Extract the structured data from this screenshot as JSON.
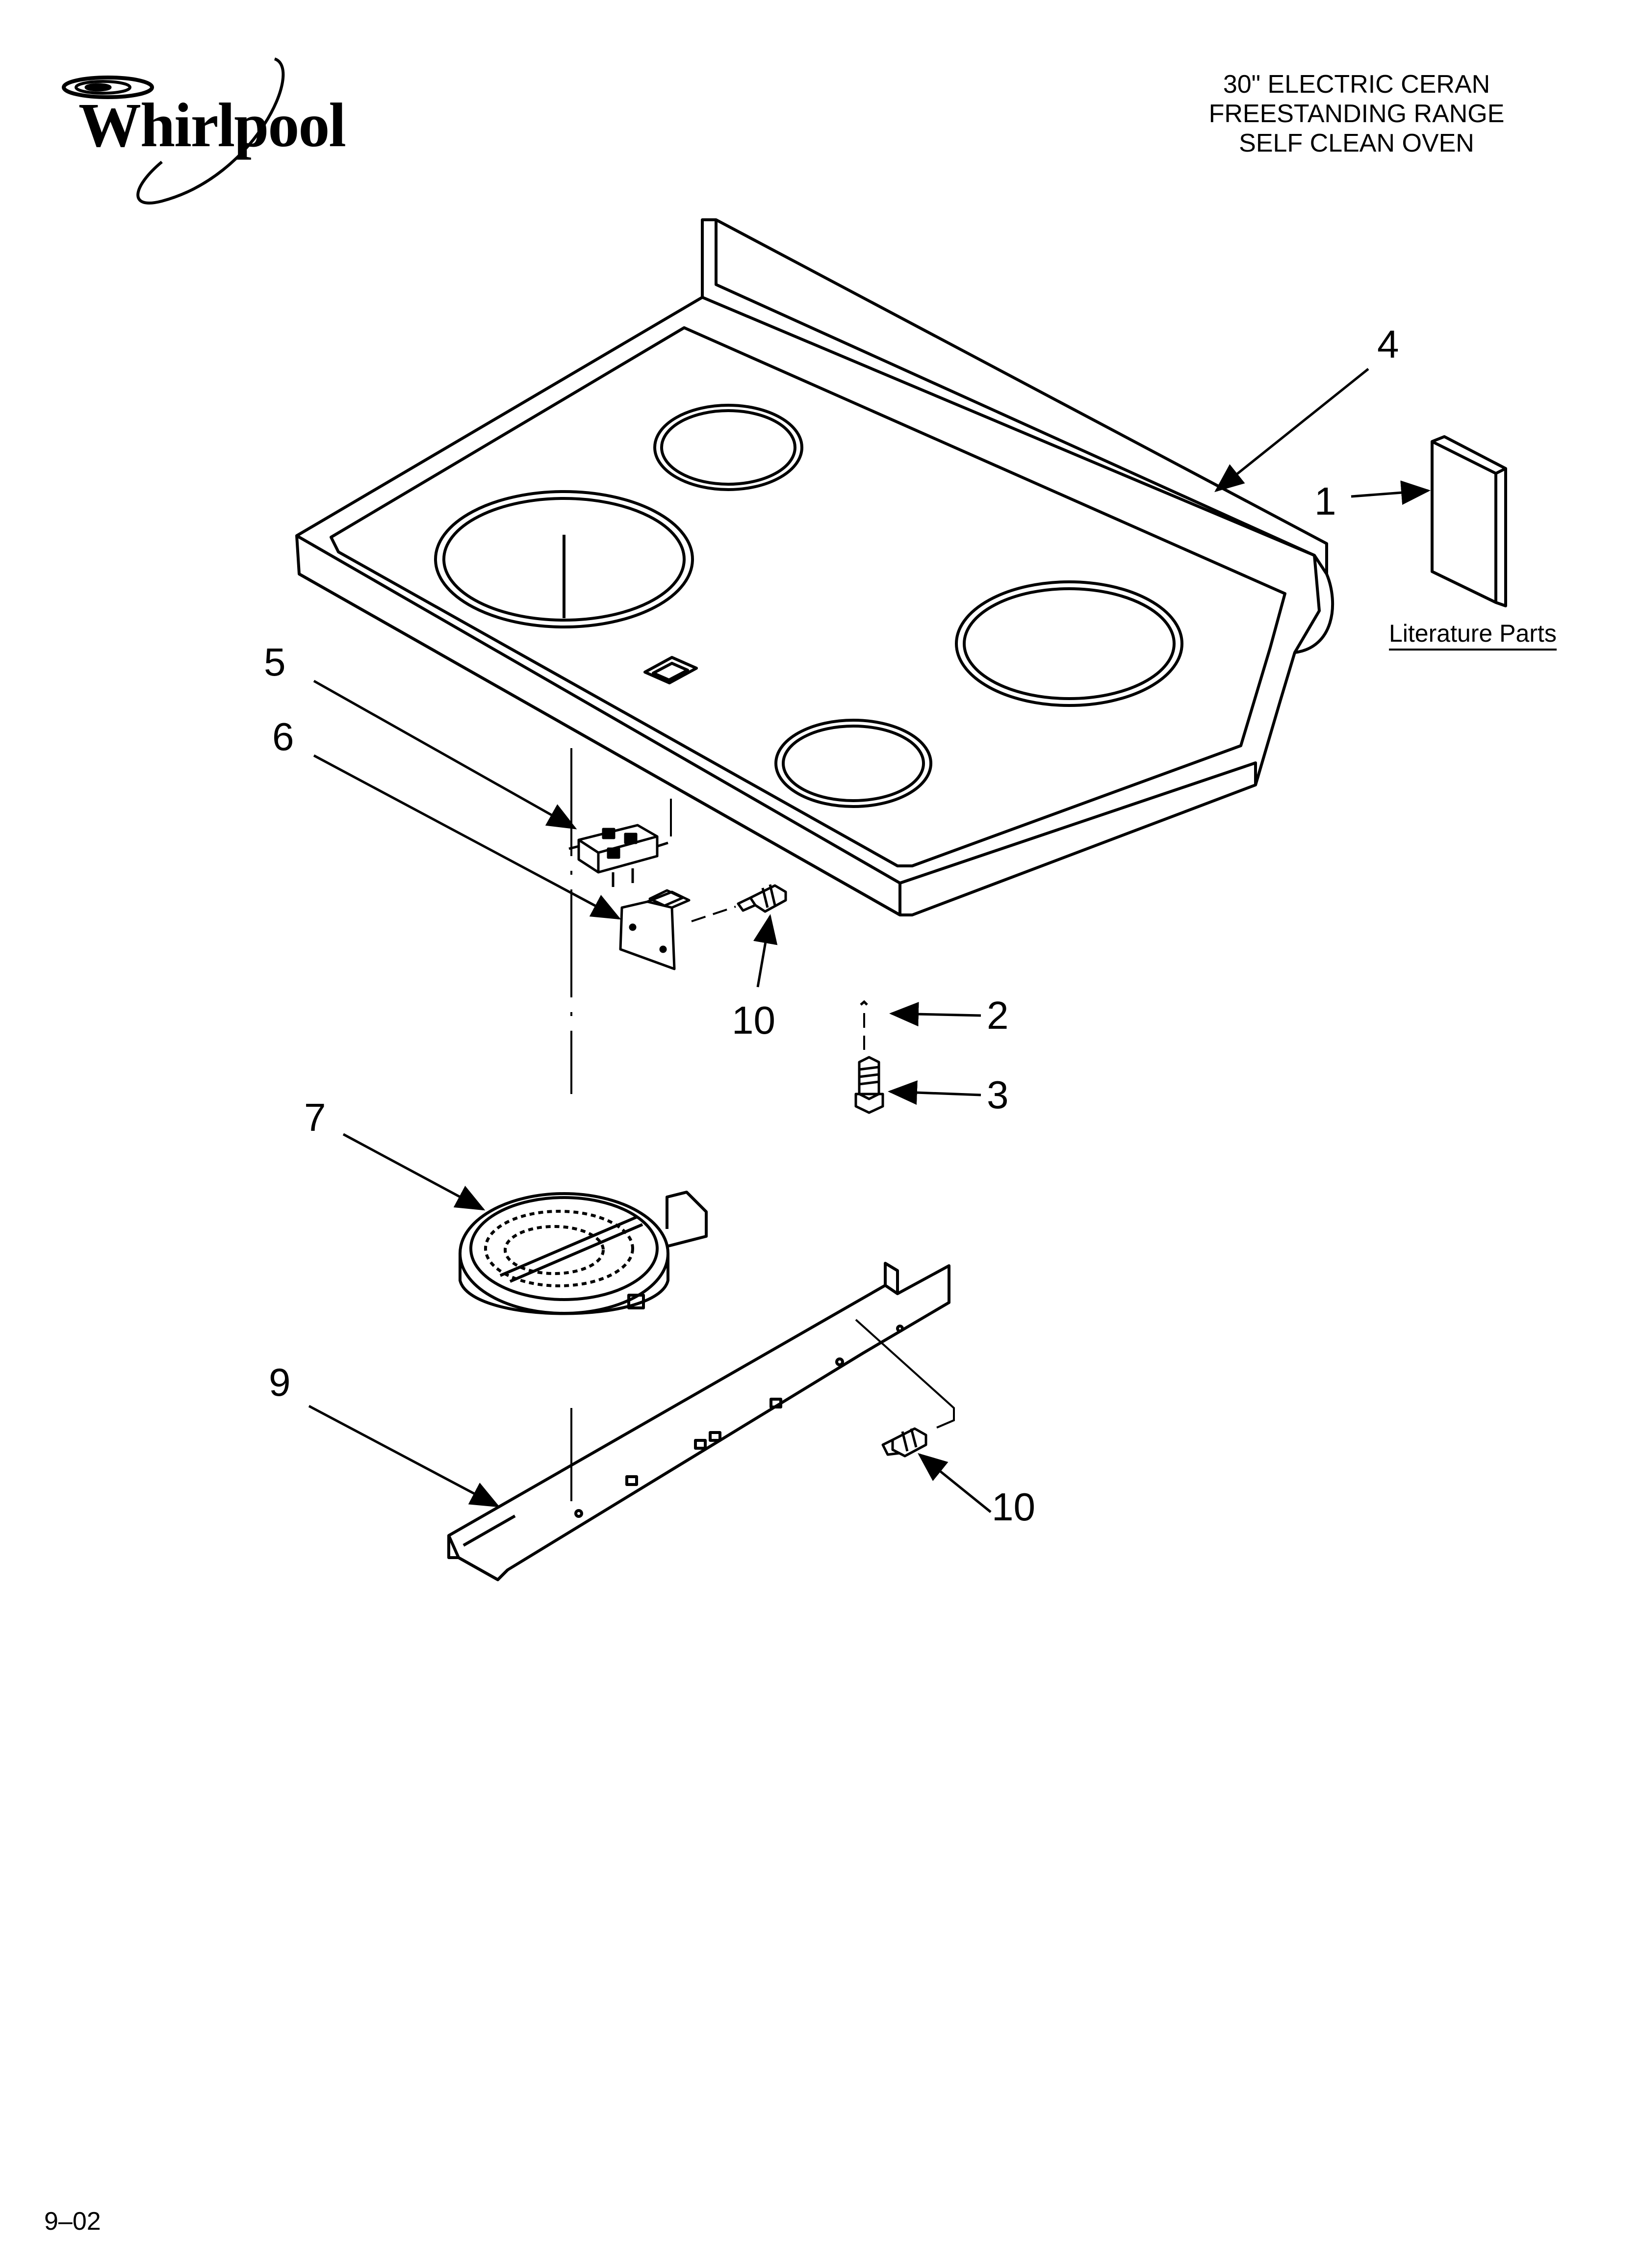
{
  "brand": {
    "name": "Whirlpool",
    "color": "#000000"
  },
  "title": {
    "line1": "30\" ELECTRIC CERAN",
    "line2": "FREESTANDING RANGE",
    "line3": "SELF CLEAN OVEN"
  },
  "callouts": {
    "c1": "1",
    "c2": "2",
    "c3": "3",
    "c4": "4",
    "c5": "5",
    "c6": "6",
    "c7": "7",
    "c9": "9",
    "c10a": "10",
    "c10b": "10"
  },
  "literature": {
    "label": "Literature Parts"
  },
  "footer": {
    "date": "9–02"
  },
  "parts": [
    {
      "id": "cooktop",
      "icon": "cooktop-icon"
    },
    {
      "id": "literature-parts",
      "icon": "booklet-icon"
    },
    {
      "id": "terminal-block",
      "icon": "terminal-block-icon"
    },
    {
      "id": "mounting-bracket",
      "icon": "bracket-icon"
    },
    {
      "id": "screw",
      "icon": "screw-icon"
    },
    {
      "id": "clip",
      "icon": "clip-icon"
    },
    {
      "id": "radiant-element",
      "icon": "radiant-element-icon"
    },
    {
      "id": "support-bracket",
      "icon": "support-bracket-icon"
    }
  ]
}
